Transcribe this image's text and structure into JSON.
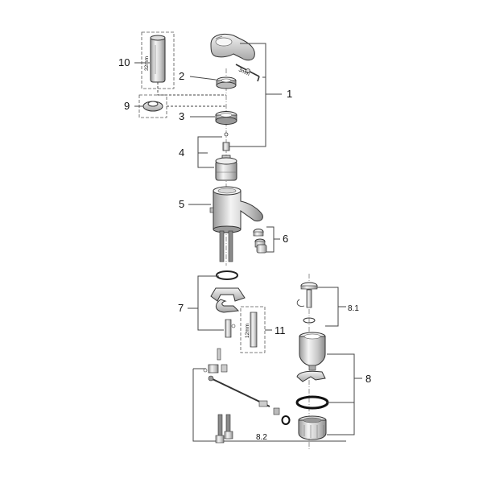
{
  "callouts": {
    "c1": "1",
    "c2": "2",
    "c3": "3",
    "c4": "4",
    "c5": "5",
    "c6": "6",
    "c7": "7",
    "c8": "8",
    "c8_1": "8.1",
    "c8_2": "8.2",
    "c9": "9",
    "c10": "10",
    "c11": "11"
  },
  "notes": {
    "hex_key": "3mm",
    "extension_length": "32mm",
    "spacer_length": "12mm"
  },
  "colors": {
    "chrome_light": "#e9e9e9",
    "chrome_mid": "#c6c6c6",
    "chrome_dark": "#8a8a8a",
    "black_seal": "#111111"
  }
}
